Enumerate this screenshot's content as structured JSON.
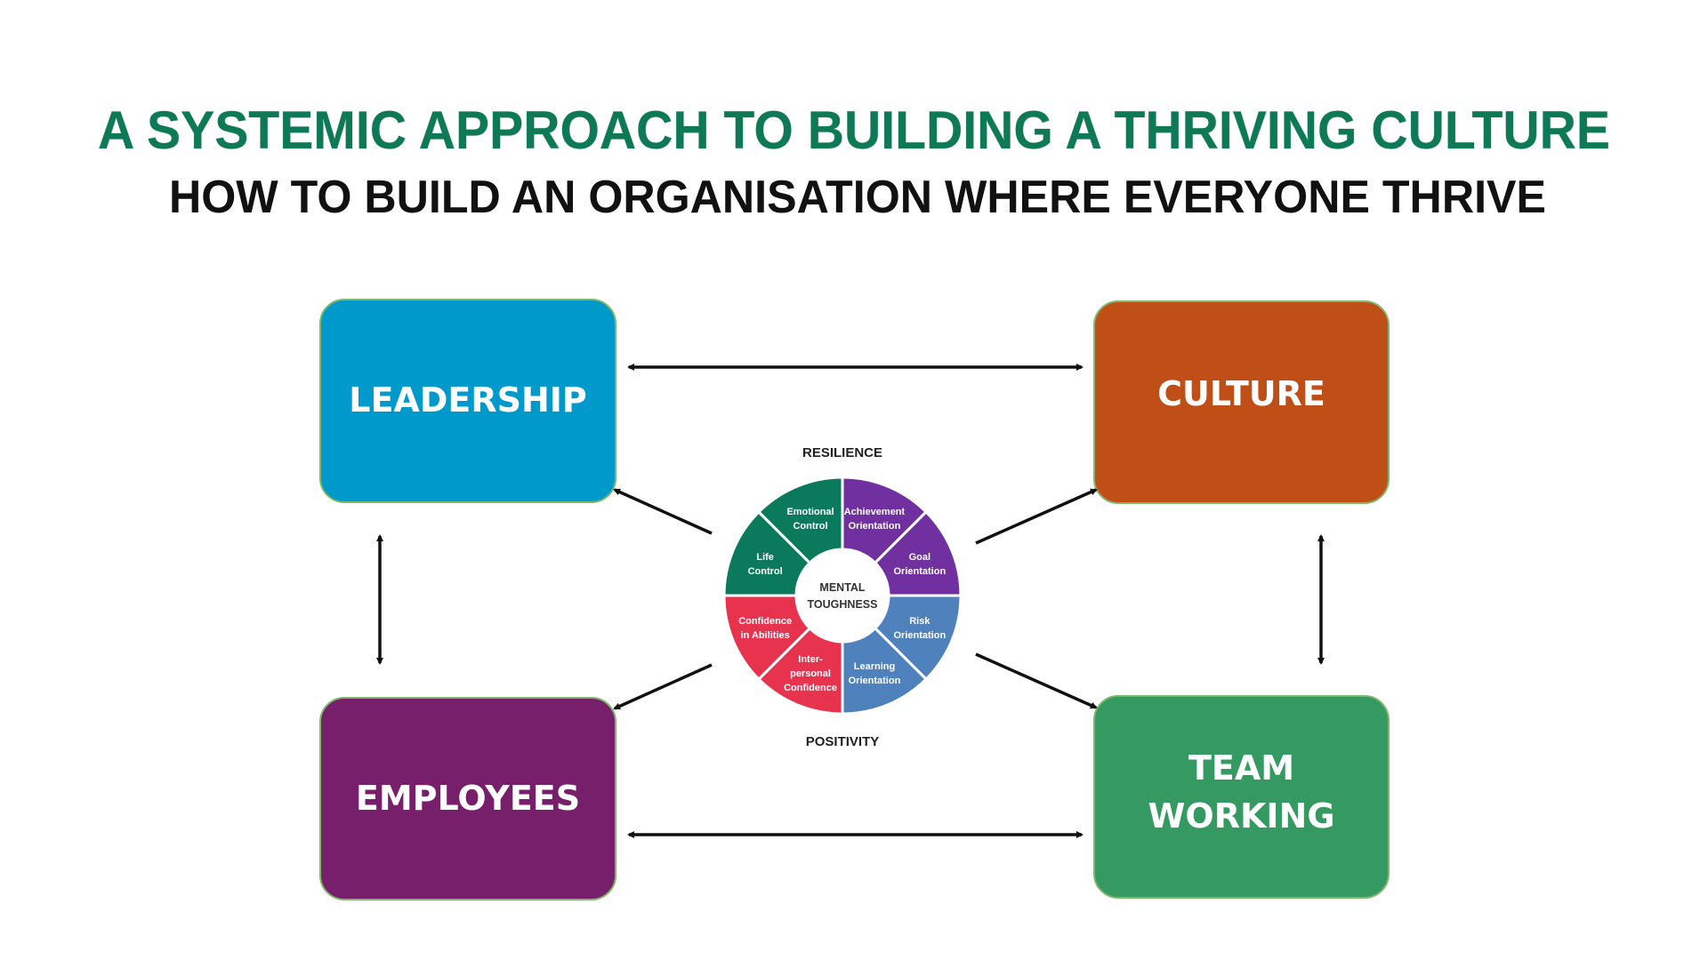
{
  "title": "A SYSTEMIC APPROACH TO BUILDING A THRIVING CULTURE",
  "subtitle": "HOW TO BUILD AN ORGANISATION WHERE EVERYONE THRIVE",
  "boxes": {
    "leadership": "LEADERSHIP",
    "culture": "CULTURE",
    "employees": "EMPLOYEES",
    "team_working": "TEAM\nWORKING"
  },
  "wheel": {
    "top_label": "RESILIENCE",
    "bottom_label": "POSITIVITY",
    "center_label": [
      "MENTAL",
      "TOUGHNESS"
    ],
    "segments": [
      {
        "lines": [
          "Achievement",
          "Orientation"
        ],
        "color": "#7030a0"
      },
      {
        "lines": [
          "Goal",
          "Orientation"
        ],
        "color": "#7030a0"
      },
      {
        "lines": [
          "Risk",
          "Orientation"
        ],
        "color": "#4f81bd"
      },
      {
        "lines": [
          "Learning",
          "Orientation"
        ],
        "color": "#4f81bd"
      },
      {
        "lines": [
          "Inter-",
          "personal",
          "Confidence"
        ],
        "color": "#e8334e"
      },
      {
        "lines": [
          "Confidence",
          "in Abilities"
        ],
        "color": "#e8334e"
      },
      {
        "lines": [
          "Life",
          "Control"
        ],
        "color": "#0b7a5c"
      },
      {
        "lines": [
          "Emotional",
          "Control"
        ],
        "color": "#0b7a5c"
      }
    ]
  },
  "colors": {
    "title": "#0e7a55",
    "leadership": "#0099cc",
    "culture": "#c04e17",
    "employees": "#771f6a",
    "team_working": "#359a62"
  }
}
